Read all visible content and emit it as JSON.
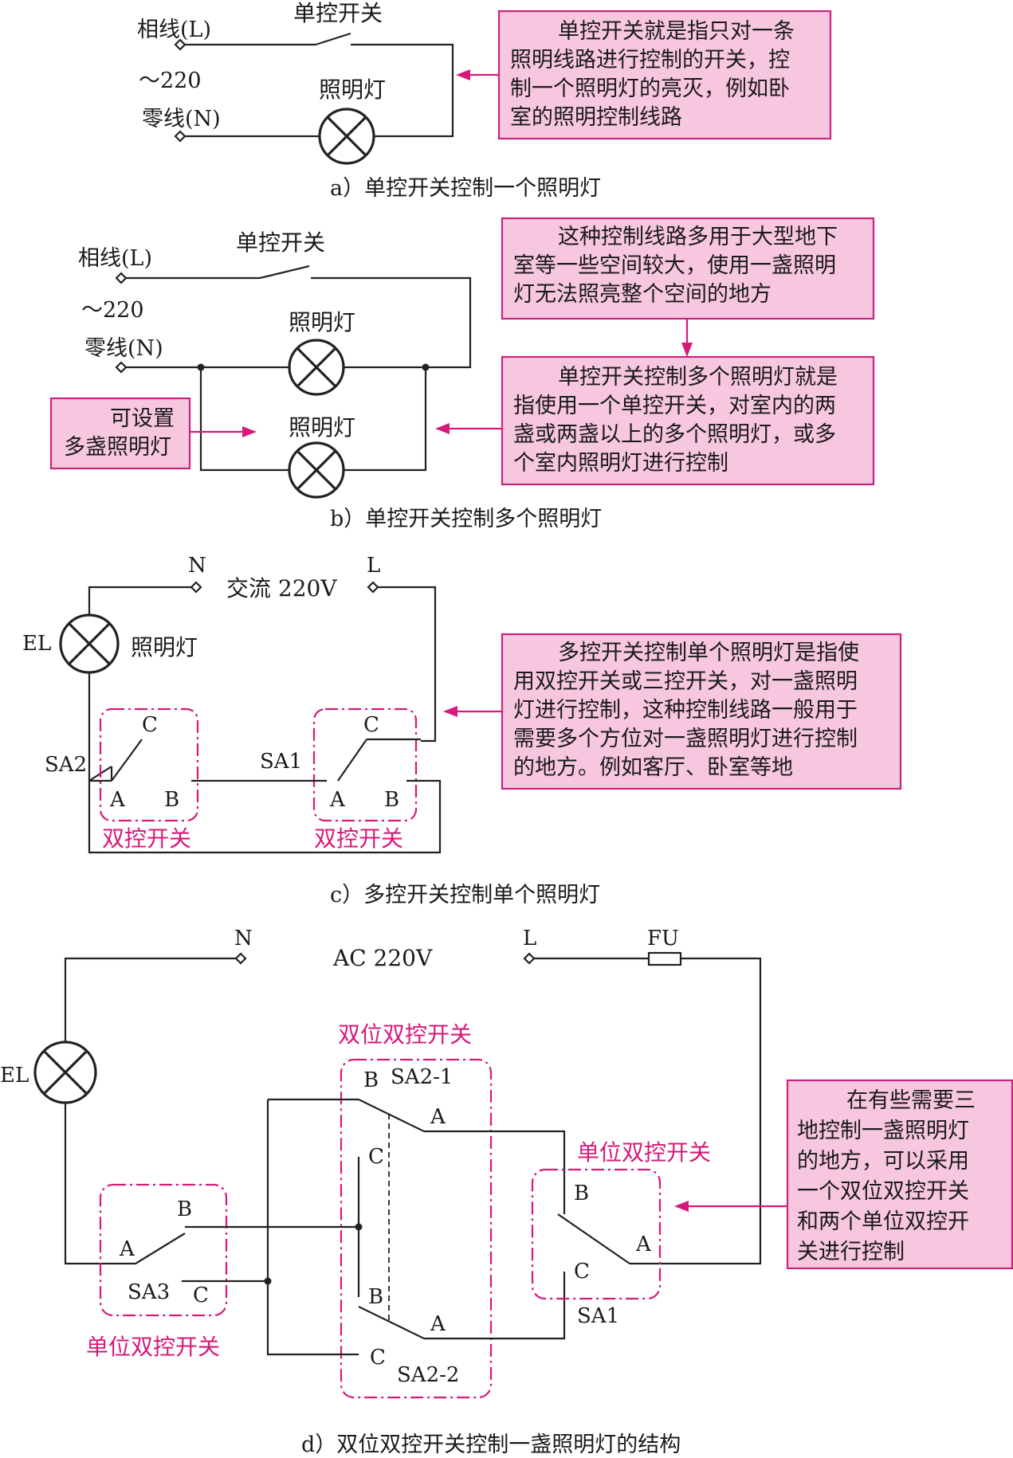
{
  "a": {
    "phase": "相线(L)",
    "voltage": "～220",
    "neutral": "零线(N)",
    "switch_label": "单控开关",
    "lamp_label": "照明灯",
    "note": [
      "单控开关就是指只对一条",
      "照明线路进行控制的开关，控",
      "制一个照明灯的亮灭，例如卧",
      "室的照明控制线路"
    ],
    "caption": "a）单控开关控制一个照明灯"
  },
  "b": {
    "phase": "相线(L)",
    "voltage": "～220",
    "neutral": "零线(N)",
    "switch_label": "单控开关",
    "lamp1_label": "照明灯",
    "lamp2_label": "照明灯",
    "side_note": [
      "可设置",
      "多盏照明灯"
    ],
    "note_top": [
      "这种控制线路多用于大型地下",
      "室等一些空间较大，使用一盏照明",
      "灯无法照亮整个空间的地方"
    ],
    "note_bottom": [
      "单控开关控制多个照明灯就是",
      "指使用一个单控开关，对室内的两",
      "盏或两盏以上的多个照明灯，或多",
      "个室内照明灯进行控制"
    ],
    "caption": "b）单控开关控制多个照明灯"
  },
  "c": {
    "n": "N",
    "l": "L",
    "ac": "交流 220V",
    "el": "EL",
    "lamp_label": "照明灯",
    "sa2": "SA2",
    "sa1": "SA1",
    "a": "A",
    "b": "B",
    "c": "C",
    "switch_type": "双控开关",
    "note": [
      "多控开关控制单个照明灯是指使",
      "用双控开关或三控开关，对一盏照明",
      "灯进行控制，这种控制线路一般用于",
      "需要多个方位对一盏照明灯进行控制",
      "的地方。例如客厅、卧室等地"
    ],
    "caption": "c）多控开关控制单个照明灯"
  },
  "d": {
    "n": "N",
    "l": "L",
    "ac": "AC 220V",
    "fu": "FU",
    "el": "EL",
    "dual": "双位双控开关",
    "single": "单位双控开关",
    "sa21": "SA2-1",
    "sa22": "SA2-2",
    "sa1": "SA1",
    "sa3": "SA3",
    "a": "A",
    "b": "B",
    "c": "C",
    "note": [
      "在有些需要三",
      "地控制一盏照明灯",
      "的地方，可以采用",
      "一个双位双控开关",
      "和两个单位双控开",
      "关进行控制"
    ],
    "caption": "d）双位双控开关控制一盏照明灯的结构"
  }
}
